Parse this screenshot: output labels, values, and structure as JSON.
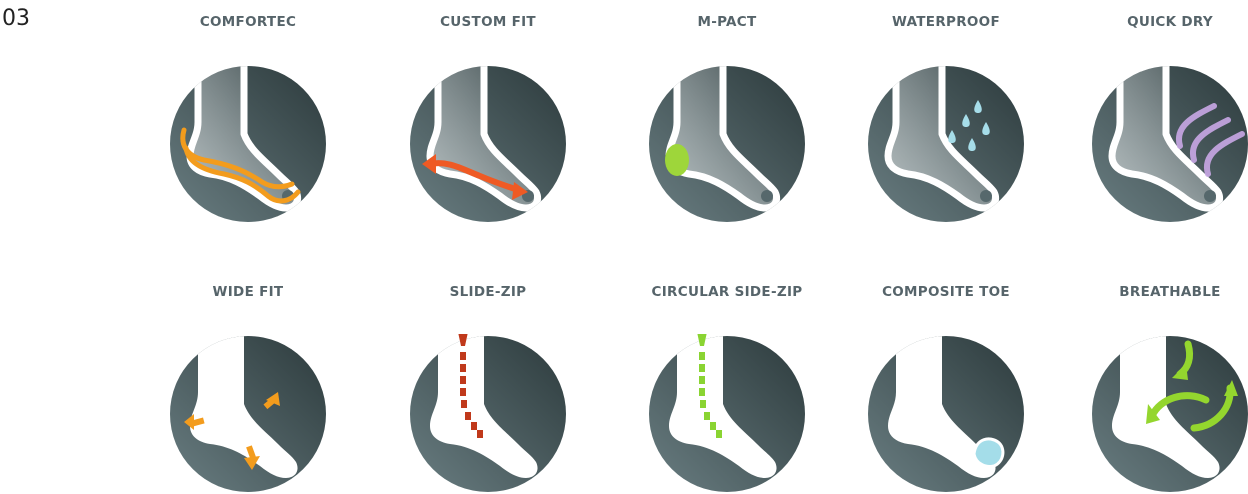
{
  "page_number": "03",
  "colors": {
    "circle_light": "#6a7e82",
    "circle_dark": "#2c3a3c",
    "orange": "#f39c1d",
    "red_orange": "#ef5a24",
    "lime": "#9ed63a",
    "water": "#a6dde9",
    "lavender": "#c9a7e6",
    "zip_red": "#c0391b",
    "zip_green": "#8ad432",
    "toe_blue": "#a4dde9",
    "arrow_green": "#94d62e"
  },
  "features": [
    {
      "label": "COMFORTEC",
      "icon": "comfortec-icon",
      "style": "outline",
      "effect": "cushion-waves"
    },
    {
      "label": "CUSTOM FIT",
      "icon": "custom-fit-icon",
      "style": "outline",
      "effect": "double-arrow"
    },
    {
      "label": "M-PACT",
      "icon": "m-pact-icon",
      "style": "outline",
      "effect": "heel-pad"
    },
    {
      "label": "WATERPROOF",
      "icon": "waterproof-icon",
      "style": "outline",
      "effect": "droplets"
    },
    {
      "label": "QUICK DRY",
      "icon": "quick-dry-icon",
      "style": "outline",
      "effect": "vapor-waves"
    },
    {
      "label": "WIDE FIT",
      "icon": "wide-fit-icon",
      "style": "solid",
      "effect": "spread-arrows"
    },
    {
      "label": "SLIDE-ZIP",
      "icon": "slide-zip-icon",
      "style": "solid",
      "effect": "zip-red"
    },
    {
      "label": "CIRCULAR SIDE-ZIP",
      "icon": "circular-side-zip-icon",
      "style": "solid",
      "effect": "zip-green"
    },
    {
      "label": "COMPOSITE TOE",
      "icon": "composite-toe-icon",
      "style": "solid",
      "effect": "toe-cap"
    },
    {
      "label": "BREATHABLE",
      "icon": "breathable-icon",
      "style": "solid",
      "effect": "airflow-arrows"
    }
  ]
}
